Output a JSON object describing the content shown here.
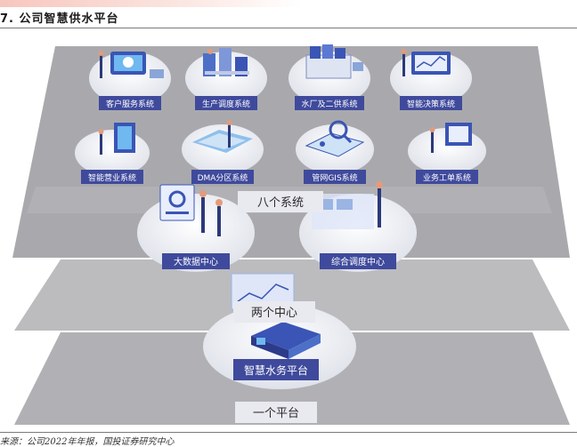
{
  "figure_title": "7. 公司智慧供水平台",
  "source": "来源：公司2022年年报，国投证券研究中心",
  "layers": {
    "top": "八个系统",
    "middle": "两个中心",
    "bottom": "一个平台"
  },
  "systems": [
    "客户服务系统",
    "生产调度系统",
    "水厂及二供系统",
    "智能决策系统",
    "智能营业系统",
    "DMA分区系统",
    "管网GIS系统",
    "业务工单系统"
  ],
  "centers": [
    "大数据中心",
    "综合调度中心"
  ],
  "platform": "智慧水务平台",
  "colors": {
    "layer_fill": "#b4b4b8",
    "label_fill": "#e9e9f0",
    "tag_fill": "#3f4a9c",
    "disc_fill": "#eceef4"
  },
  "icons": [
    "customer-service-scene",
    "production-dispatch-scene",
    "water-plant-scene",
    "decision-scene",
    "business-scene",
    "dma-map-scene",
    "gis-scene",
    "work-order-scene",
    "big-data-scene",
    "dispatch-center-scene",
    "platform-scene"
  ]
}
